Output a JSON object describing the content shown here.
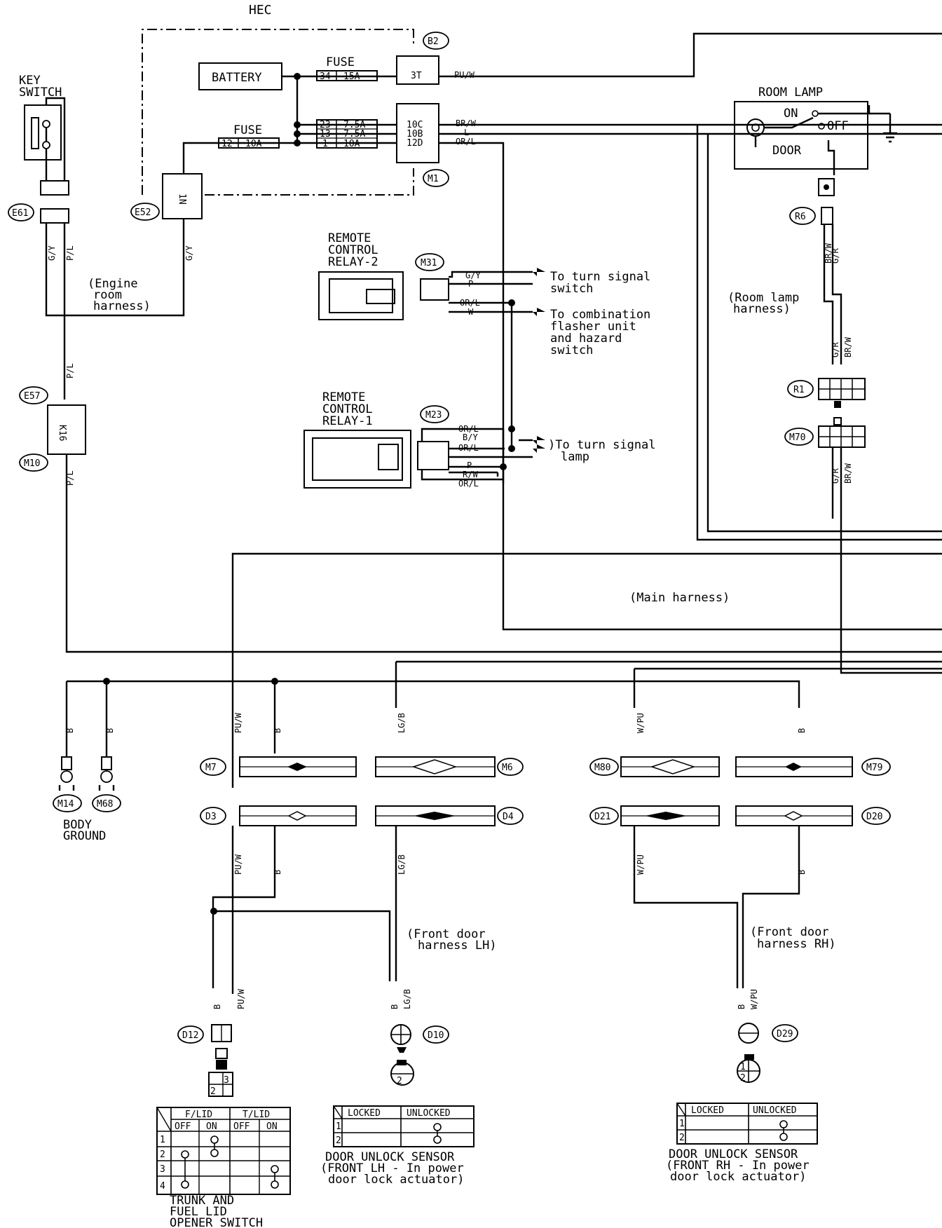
{
  "hec": {
    "title": "HEC",
    "battery": "BATTERY",
    "fuse_top": "FUSE",
    "fuse_left": "FUSE",
    "fuses": [
      {
        "no": "34",
        "amp": "15A"
      },
      {
        "no": "23",
        "amp": "7.5A"
      },
      {
        "no": "13",
        "amp": "7.5A"
      },
      {
        "no": "1",
        "amp": "10A"
      },
      {
        "no": "12",
        "amp": "10A"
      }
    ],
    "terminals": [
      "3T",
      "10C",
      "10B",
      "12D",
      "1N"
    ],
    "wires": [
      "PU/W",
      "BR/W",
      "L",
      "OR/L"
    ]
  },
  "connectors": {
    "B2": "B2",
    "M1": "M1",
    "E52": "E52",
    "E61": "E61",
    "E57": "E57",
    "M10": "M10",
    "K16": "K16",
    "M31": "M31",
    "M23": "M23",
    "R6": "R6",
    "R1": "R1",
    "M70": "M70",
    "M7": "M7",
    "M6": "M6",
    "M80": "M80",
    "M79": "M79",
    "D3": "D3",
    "D4": "D4",
    "D21": "D21",
    "D20": "D20",
    "M14": "M14",
    "M68": "M68",
    "D12": "D12",
    "D10": "D10",
    "D29": "D29"
  },
  "labels": {
    "key_switch_1": "KEY",
    "key_switch_2": "SWITCH",
    "engine_room_1": "(Engine",
    "engine_room_2": "room",
    "engine_room_3": "harness)",
    "rcr2_1": "REMOTE",
    "rcr2_2": "CONTROL",
    "rcr2_3": "RELAY-2",
    "rcr1_1": "REMOTE",
    "rcr1_2": "CONTROL",
    "rcr1_3": "RELAY-1",
    "turn_sw_1": "To turn signal",
    "turn_sw_2": "switch",
    "comb_1": "To combination",
    "comb_2": "flasher unit",
    "comb_3": "and hazard",
    "comb_4": "switch",
    "turn_lamp_1": ")To turn signal",
    "turn_lamp_2": "lamp",
    "room_lamp": "ROOM LAMP",
    "on": "ON",
    "off": "OFF",
    "door": "DOOR",
    "room_harness_1": "(Room lamp",
    "room_harness_2": "harness)",
    "main_harness": "(Main harness)",
    "body_ground_1": "BODY",
    "body_ground_2": "GROUND",
    "front_lh_1": "(Front door",
    "front_lh_2": "harness LH)",
    "front_rh_1": "(Front door",
    "front_rh_2": "harness RH)",
    "trunk_1": "TRUNK AND",
    "trunk_2": "FUEL LID",
    "trunk_3": "OPENER SWITCH",
    "dus_lh_1": "DOOR UNLOCK SENSOR",
    "dus_lh_2": "(FRONT LH - In power",
    "dus_lh_3": "door lock actuator)",
    "dus_rh_1": "DOOR UNLOCK SENSOR",
    "dus_rh_2": "(FRONT RH - In power",
    "dus_rh_3": "door lock actuator)"
  },
  "wire_colors": {
    "gy": "G/Y",
    "pl": "P/L",
    "p": "P",
    "orl": "OR/L",
    "w": "W",
    "by": "B/Y",
    "rw": "R/W",
    "brw": "BR/W",
    "gr": "G/R",
    "b": "B",
    "puw": "PU/W",
    "lgb": "LG/B",
    "wpu": "W/PU"
  },
  "tables": {
    "trunk": {
      "h1": "F/LID",
      "h2": "T/LID",
      "sub": [
        "OFF",
        "ON",
        "OFF",
        "ON"
      ],
      "rows": [
        "1",
        "2",
        "3",
        "4"
      ]
    },
    "lh": {
      "h1": "LOCKED",
      "h2": "UNLOCKED",
      "rows": [
        "1",
        "2"
      ]
    },
    "rh": {
      "h1": "LOCKED",
      "h2": "UNLOCKED",
      "rows": [
        "1",
        "2"
      ]
    }
  }
}
